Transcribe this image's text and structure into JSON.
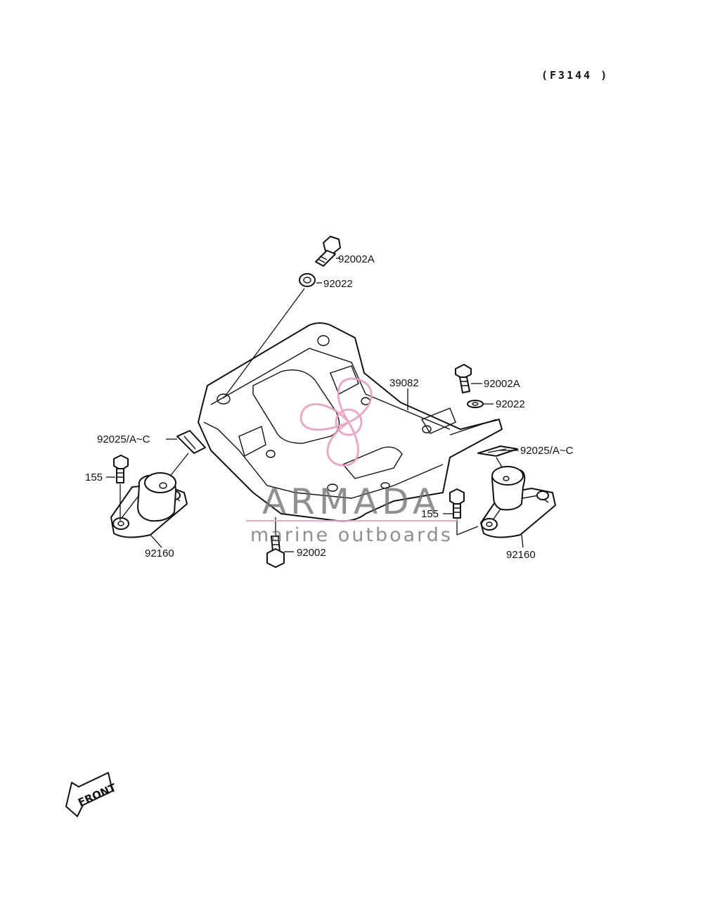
{
  "diagram_code": "(F3144 )",
  "parts": {
    "bolt_top": "92002A",
    "washer_top": "92022",
    "plate": "39082",
    "bolt_right": "92002A",
    "washer_right": "92022",
    "shim_left": "92025/A~C",
    "shim_right": "92025/A~C",
    "bolt_left_small": "155",
    "bolt_right_small": "155",
    "mount_left": "92160",
    "mount_right": "92160",
    "bolt_bottom": "92002"
  },
  "watermark": {
    "brand": "ARMADA",
    "tagline": "marine outboards",
    "accent_color": "#e8a0c0"
  },
  "front_label": "FRONT"
}
